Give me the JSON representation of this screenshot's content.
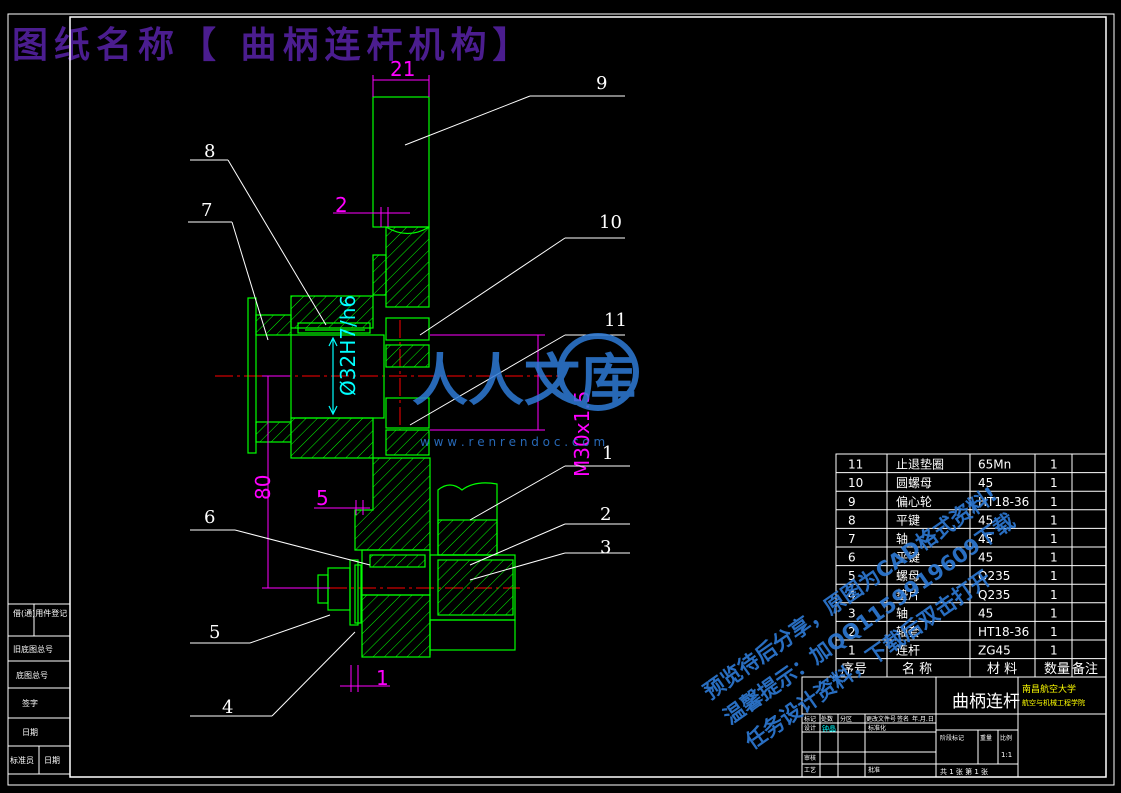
{
  "title": "图纸名称【 曲柄连杆机构】",
  "colors": {
    "green": "#00ff00",
    "white": "#ffffff",
    "magenta": "#ff00ff",
    "red": "#ff0000",
    "purple": "#4b1d8f",
    "blue": "#2e7bd6",
    "cyan": "#00ffff"
  },
  "dims": {
    "d21": "21",
    "d2": "2",
    "d5": "5",
    "d1": "1",
    "d80": "80",
    "dfit": "Ø32H7/h6",
    "dthread": "M30x1.5"
  },
  "balloons": [
    "9",
    "8",
    "7",
    "10",
    "11",
    "1",
    "6",
    "2",
    "3",
    "5",
    "4"
  ],
  "bom": {
    "rows": [
      {
        "no": "11",
        "name": "止退垫圈",
        "mat": "65Mn",
        "qty": "1"
      },
      {
        "no": "10",
        "name": "圆螺母",
        "mat": "45",
        "qty": "1"
      },
      {
        "no": "9",
        "name": "偏心轮",
        "mat": "HT18-36",
        "qty": "1"
      },
      {
        "no": "8",
        "name": "平键",
        "mat": "45",
        "qty": "1"
      },
      {
        "no": "7",
        "name": "轴",
        "mat": "45",
        "qty": "1"
      },
      {
        "no": "6",
        "name": "平键",
        "mat": "45",
        "qty": "1"
      },
      {
        "no": "5",
        "name": "螺母",
        "mat": "Q235",
        "qty": "1"
      },
      {
        "no": "4",
        "name": "垫片",
        "mat": "Q235",
        "qty": "1"
      },
      {
        "no": "3",
        "name": "轴",
        "mat": "45",
        "qty": "1"
      },
      {
        "no": "2",
        "name": "轴套",
        "mat": "HT18-36",
        "qty": "1"
      },
      {
        "no": "1",
        "name": "连杆",
        "mat": "ZG45",
        "qty": "1"
      }
    ],
    "header": {
      "no": "序号",
      "name": "名 称",
      "mat": "材 料",
      "qty": "数量",
      "note": "备注"
    }
  },
  "titleblock": {
    "drawing_name": "曲柄连杆",
    "school": "南昌航空大学",
    "dept": "航空与机械工程学院",
    "scale": "1:1",
    "sheet": "共 1 张  第 1 张",
    "designer": "钟晶",
    "labels": [
      "标记",
      "处数",
      "分区",
      "更改文件号",
      "签名",
      "年.月.日",
      "设计",
      "标准化",
      "阶段标记",
      "重量",
      "比例",
      "审核",
      "工艺",
      "批准"
    ]
  },
  "side_labels": [
    "借(通)用件登记",
    "旧底图总号",
    "底图总号",
    "签字",
    "日期",
    "标准员",
    "日期"
  ],
  "watermark": {
    "brand": "人人文库",
    "url": "w w w . r e n r e n d o c . c o m",
    "promo1": "预览待后分享，原图为CAD格式资料!",
    "promo2": "温馨提示：加QQ1159919609下载",
    "promo3": "任务设计资料，下载后双击打开"
  }
}
